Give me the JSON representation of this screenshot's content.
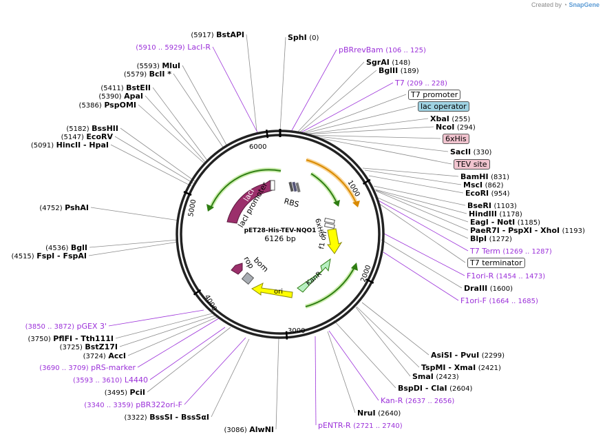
{
  "credit": {
    "prefix": "Created by",
    "brand": "SnapGene"
  },
  "plasmid": {
    "name": "pET28-His-TEV-NQO1",
    "size": "6126 bp"
  },
  "ticks": [
    "1000",
    "2000",
    "3000",
    "4000",
    "5000",
    "6000"
  ],
  "features": {
    "lacI": "lacI",
    "lacI_promoter": "lacI promoter",
    "RBS": "RBS",
    "sixHis": "6xHis",
    "f1_ori": "f1 ori",
    "KanR": "KanR",
    "ori": "ori",
    "bom": "bom",
    "rop": "rop"
  },
  "colors": {
    "lacI": "#9b2f6b",
    "KanR": "#b8f0c2",
    "ori": "#ffff00",
    "f1_ori": "#ffff00",
    "bom": "#a8adb3",
    "feature_text": "#9b30d9",
    "arrow_green": "#2e7d12",
    "arrow_orange": "#d98a00"
  },
  "labels": [
    {
      "pos": "(5917)",
      "name": "BstAPI"
    },
    {
      "pos": "(5910 .. 5929)",
      "name": "LacI-R",
      "feature": true
    },
    {
      "pos": "(5593)",
      "name": "MluI"
    },
    {
      "pos": "(5579)",
      "name": "BclI *"
    },
    {
      "pos": "(5411)",
      "name": "BstEII"
    },
    {
      "pos": "(5390)",
      "name": "ApaI"
    },
    {
      "pos": "(5386)",
      "name": "PspOMI"
    },
    {
      "pos": "(5182)",
      "name": "BssHII"
    },
    {
      "pos": "(5147)",
      "name": "EcoRV"
    },
    {
      "pos": "(5091)",
      "name": "HincII  - HpaI"
    },
    {
      "pos": "(4752)",
      "name": "PshAI"
    },
    {
      "pos": "(4536)",
      "name": "BglI"
    },
    {
      "pos": "(4515)",
      "name": "FspI  - FspAI"
    },
    {
      "pos": "(3850 .. 3872)",
      "name": "pGEX 3'",
      "feature": true
    },
    {
      "pos": "(3750)",
      "name": "PflFI  - Tth111I"
    },
    {
      "pos": "(3725)",
      "name": "BstZ17I"
    },
    {
      "pos": "(3724)",
      "name": "AccI"
    },
    {
      "pos": "(3690 .. 3709)",
      "name": "pRS-marker",
      "feature": true
    },
    {
      "pos": "(3593 .. 3610)",
      "name": "L4440",
      "feature": true
    },
    {
      "pos": "(3495)",
      "name": "PciI"
    },
    {
      "pos": "(3340 .. 3359)",
      "name": "pBR322ori-F",
      "feature": true
    },
    {
      "pos": "(3322)",
      "name": "BssSI  - BssSαI"
    },
    {
      "pos": "(3086)",
      "name": "AlwNI"
    },
    {
      "name": "SphI",
      "pos": "(0)"
    },
    {
      "name": "pBRrevBam",
      "pos": "(106 .. 125)",
      "feature": true
    },
    {
      "name": "SgrAI",
      "pos": "(148)"
    },
    {
      "name": "BglII",
      "pos": "(189)"
    },
    {
      "name": "T7",
      "pos": "(209 .. 228)",
      "feature": true
    },
    {
      "name": "T7 promoter",
      "box": "white"
    },
    {
      "name": "lac operator",
      "box": "blue"
    },
    {
      "name": "XbaI",
      "pos": "(255)"
    },
    {
      "name": "NcoI",
      "pos": "(294)"
    },
    {
      "name": "6xHis",
      "box": "pink"
    },
    {
      "name": "SacII",
      "pos": "(330)"
    },
    {
      "name": "TEV site",
      "box": "pink"
    },
    {
      "name": "BamHI",
      "pos": "(831)"
    },
    {
      "name": "MscI",
      "pos": "(862)"
    },
    {
      "name": "EcoRI",
      "pos": "(954)"
    },
    {
      "name": "BseRI",
      "pos": "(1103)"
    },
    {
      "name": "HindIII",
      "pos": "(1178)"
    },
    {
      "name": "EagI  - NotI",
      "pos": "(1185)"
    },
    {
      "name": "PaeR7I  - PspXI  - XhoI",
      "pos": "(1193)"
    },
    {
      "name": "BlpI",
      "pos": "(1272)"
    },
    {
      "name": "T7 Term",
      "pos": "(1269 .. 1287)",
      "feature": true
    },
    {
      "name": "T7 terminator",
      "box": "white"
    },
    {
      "name": "F1ori-R",
      "pos": "(1454 .. 1473)",
      "feature": true
    },
    {
      "name": "DraIII",
      "pos": "(1600)"
    },
    {
      "name": "F1ori-F",
      "pos": "(1664 .. 1685)",
      "feature": true
    },
    {
      "name": "AsiSI  - PvuI",
      "pos": "(2299)"
    },
    {
      "name": "TspMI  - XmaI",
      "pos": "(2421)"
    },
    {
      "name": "SmaI",
      "pos": "(2423)"
    },
    {
      "name": "BspDI  - ClaI",
      "pos": "(2604)"
    },
    {
      "name": "Kan-R",
      "pos": "(2637 .. 2656)",
      "feature": true
    },
    {
      "name": "NruI",
      "pos": "(2640)"
    },
    {
      "name": "pENTR-R",
      "pos": "(2721 .. 2740)",
      "feature": true
    }
  ]
}
